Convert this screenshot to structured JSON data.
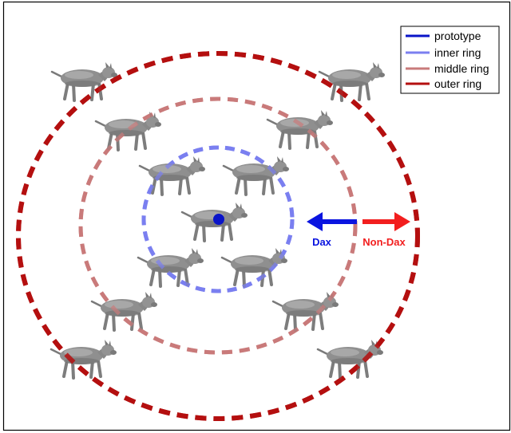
{
  "legend": {
    "items": [
      {
        "label": "prototype",
        "color": "#0a14c8"
      },
      {
        "label": "inner ring",
        "color": "#7b7ff0"
      },
      {
        "label": "middle ring",
        "color": "#c97b7b"
      },
      {
        "label": "outer ring",
        "color": "#b40f0f"
      }
    ]
  },
  "arrows": {
    "dax": {
      "label": "Dax",
      "color": "#0a14e0"
    },
    "non_dax": {
      "label": "Non-Dax",
      "color": "#f21e1e"
    }
  },
  "colors": {
    "prototype_dot": "#0a14c8",
    "animal_body": "#8f8f8f",
    "animal_shadow": "#6a6a6a",
    "frame": "#000000"
  },
  "icons": {
    "animal": "quadruped-figure-icon",
    "prototype": "prototype-dot-icon"
  }
}
